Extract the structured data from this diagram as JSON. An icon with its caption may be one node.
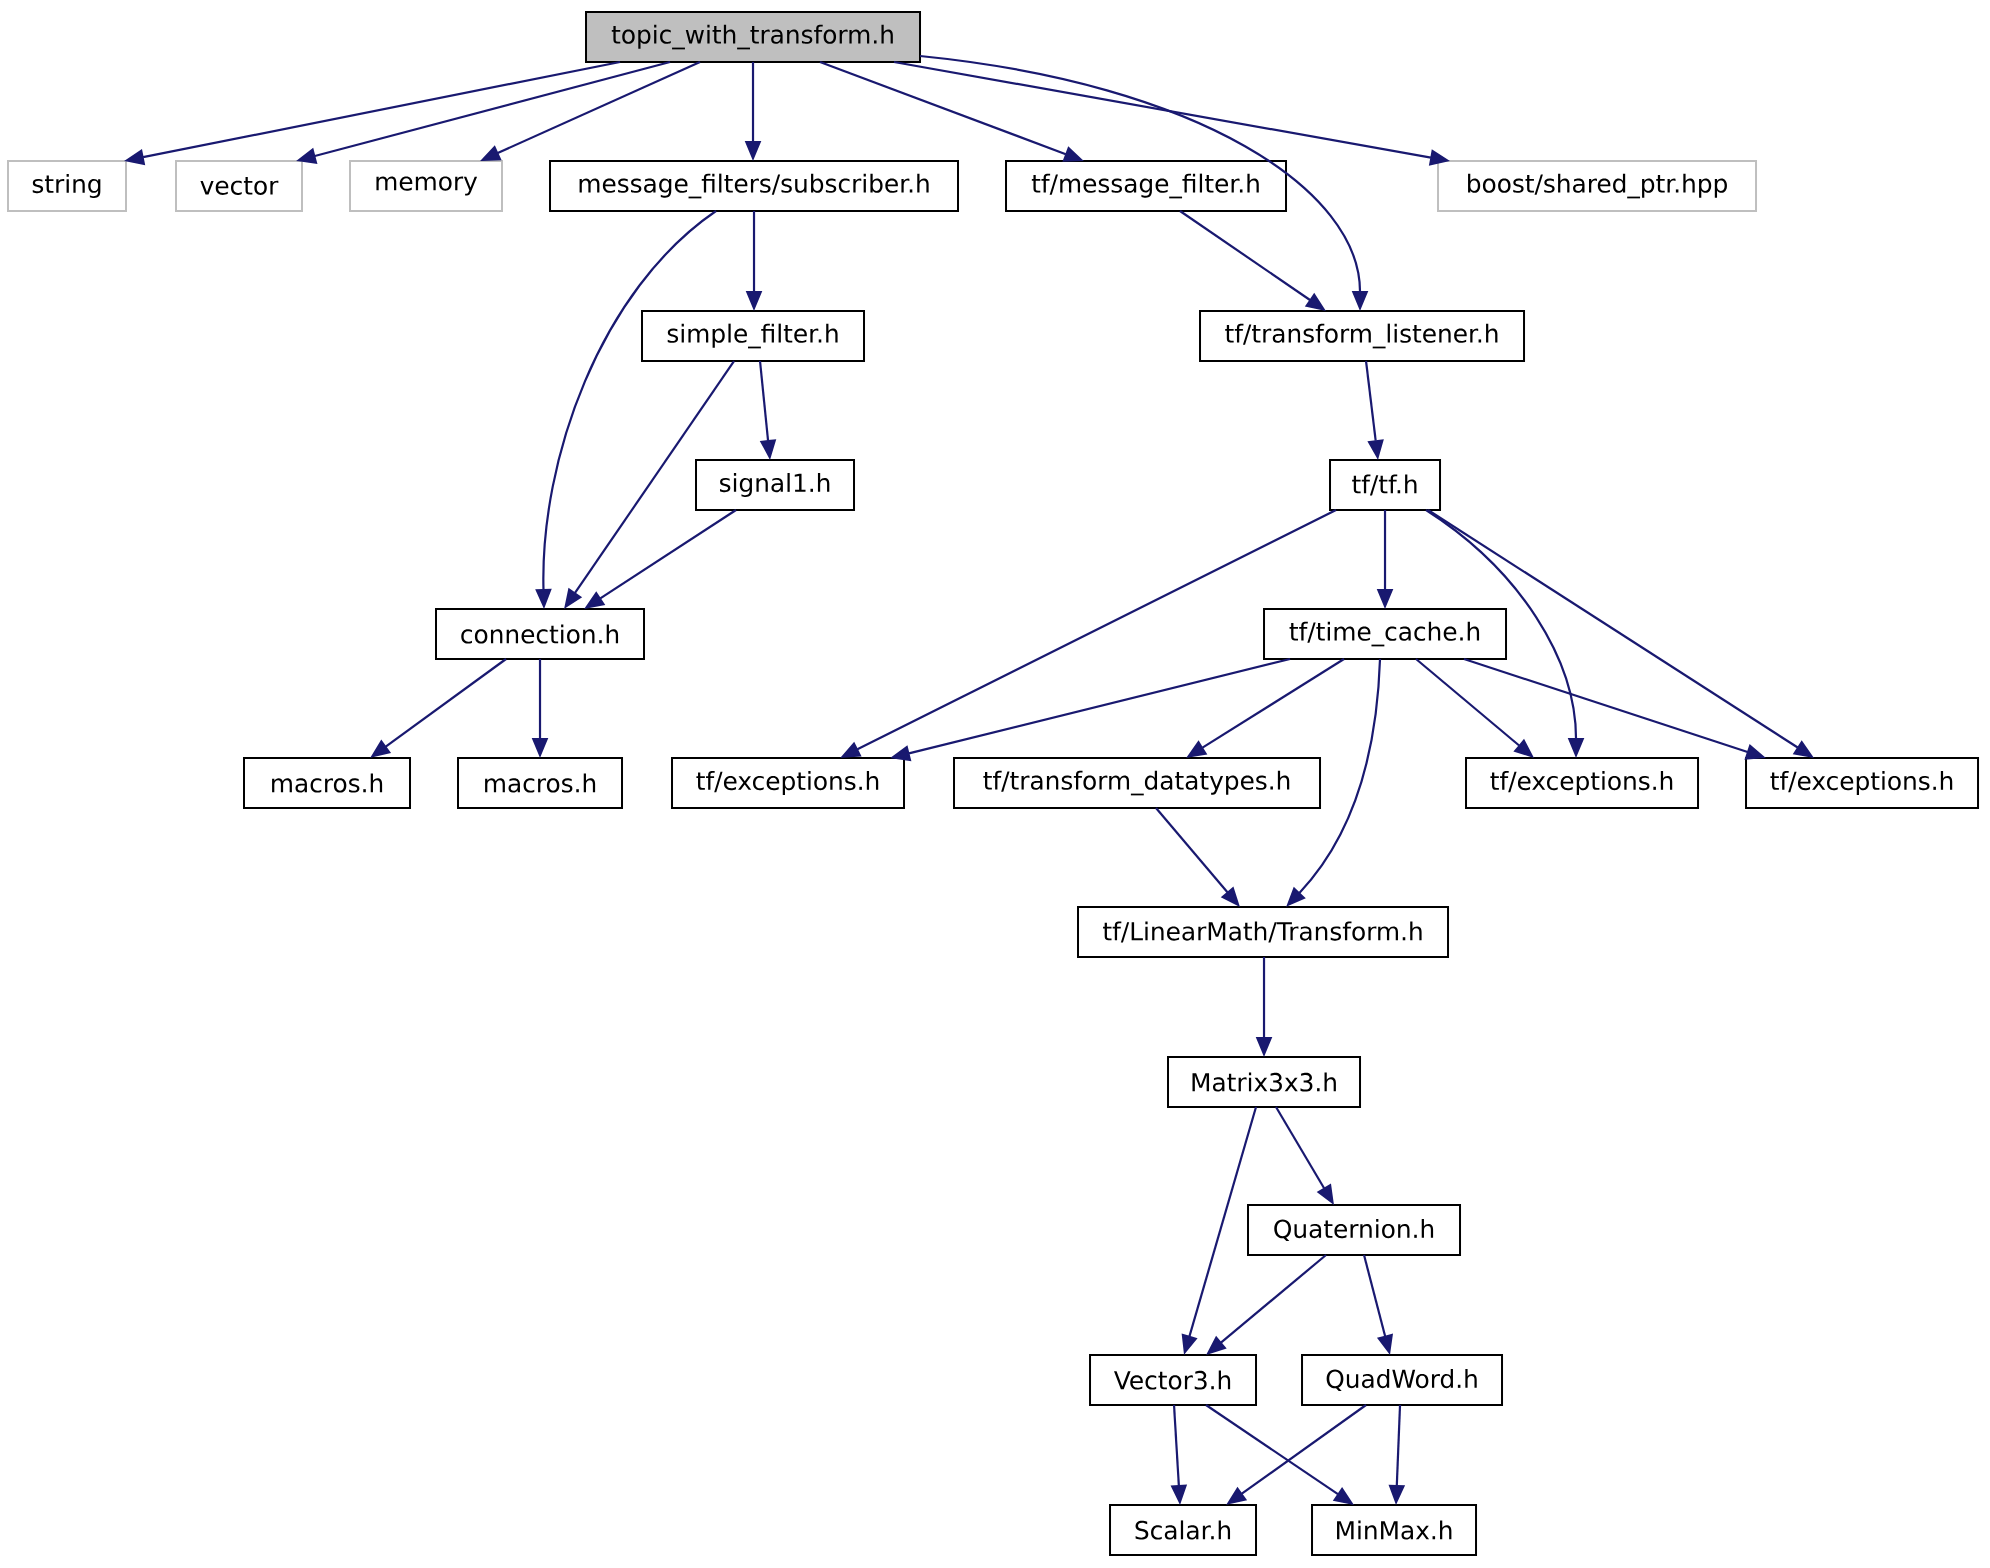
{
  "diagram": {
    "nodes": [
      {
        "text": [
          "topic_with_transform.h"
        ]
      },
      {
        "text": [
          "string"
        ]
      },
      {
        "text": [
          "vector"
        ]
      },
      {
        "text": [
          "memory"
        ]
      },
      {
        "text": [
          "message_filters/subscriber.h"
        ]
      },
      {
        "text": [
          "tf/message_filter.h"
        ]
      },
      {
        "text": [
          "boost/shared_ptr.hpp"
        ]
      },
      {
        "text": [
          "simple_filter.h"
        ]
      },
      {
        "text": [
          "tf/transform_listener.h"
        ]
      },
      {
        "text": [
          "signal1.h"
        ]
      },
      {
        "text": [
          "tf/tf.h"
        ]
      },
      {
        "text": [
          "connection.h"
        ]
      },
      {
        "text": [
          "tf/time_cache.h"
        ]
      },
      {
        "text": [
          "macros.h"
        ]
      },
      {
        "text": [
          "macros.h"
        ]
      },
      {
        "text": [
          "tf/exceptions.h"
        ]
      },
      {
        "text": [
          "tf/transform_datatypes.h"
        ]
      },
      {
        "text": [
          "tf/exceptions.h"
        ]
      },
      {
        "text": [
          "tf/exceptions.h"
        ]
      },
      {
        "text": [
          "tf/LinearMath/Transform.h"
        ]
      },
      {
        "text": [
          "Matrix3x3.h"
        ]
      },
      {
        "text": [
          "Quaternion.h"
        ]
      },
      {
        "text": [
          "Vector3.h"
        ]
      },
      {
        "text": [
          "QuadWord.h"
        ]
      },
      {
        "text": [
          "Scalar.h"
        ]
      },
      {
        "text": [
          "MinMax.h"
        ]
      }
    ],
    "edges": [
      {
        "from": 0,
        "to": 1,
        "arrow": "to"
      },
      {
        "from": 0,
        "to": 2,
        "arrow": "to"
      },
      {
        "from": 0,
        "to": 3,
        "arrow": "to"
      },
      {
        "from": 0,
        "to": 4,
        "arrow": "to"
      },
      {
        "from": 0,
        "to": 5,
        "arrow": "to"
      },
      {
        "from": 0,
        "to": 8,
        "arrow": "to"
      },
      {
        "from": 0,
        "to": 6,
        "arrow": "to"
      },
      {
        "from": 4,
        "to": 7,
        "arrow": "to"
      },
      {
        "from": 4,
        "to": 11,
        "arrow": "to"
      },
      {
        "from": 5,
        "to": 8,
        "arrow": "to"
      },
      {
        "from": 7,
        "to": 9,
        "arrow": "to"
      },
      {
        "from": 7,
        "to": 11,
        "arrow": "to"
      },
      {
        "from": 9,
        "to": 11,
        "arrow": "to"
      },
      {
        "from": 8,
        "to": 10,
        "arrow": "to"
      },
      {
        "from": 10,
        "to": 12,
        "arrow": "to"
      },
      {
        "from": 10,
        "to": 15,
        "arrow": "to"
      },
      {
        "from": 10,
        "to": 17,
        "arrow": "to"
      },
      {
        "from": 10,
        "to": 18,
        "arrow": "to"
      },
      {
        "from": 11,
        "to": 13,
        "arrow": "to"
      },
      {
        "from": 11,
        "to": 14,
        "arrow": "to"
      },
      {
        "from": 12,
        "to": 15,
        "arrow": "to"
      },
      {
        "from": 12,
        "to": 16,
        "arrow": "to"
      },
      {
        "from": 12,
        "to": 19,
        "arrow": "to"
      },
      {
        "from": 12,
        "to": 17,
        "arrow": "to"
      },
      {
        "from": 12,
        "to": 18,
        "arrow": "to"
      },
      {
        "from": 16,
        "to": 19,
        "arrow": "to"
      },
      {
        "from": 19,
        "to": 20,
        "arrow": "to"
      },
      {
        "from": 20,
        "to": 21,
        "arrow": "to"
      },
      {
        "from": 20,
        "to": 22,
        "arrow": "to"
      },
      {
        "from": 21,
        "to": 22,
        "arrow": "to"
      },
      {
        "from": 21,
        "to": 23,
        "arrow": "to"
      },
      {
        "from": 22,
        "to": 24,
        "arrow": "to"
      },
      {
        "from": 22,
        "to": 25,
        "arrow": "to"
      },
      {
        "from": 23,
        "to": 24,
        "arrow": "to"
      },
      {
        "from": 23,
        "to": 25,
        "arrow": "to"
      }
    ]
  }
}
